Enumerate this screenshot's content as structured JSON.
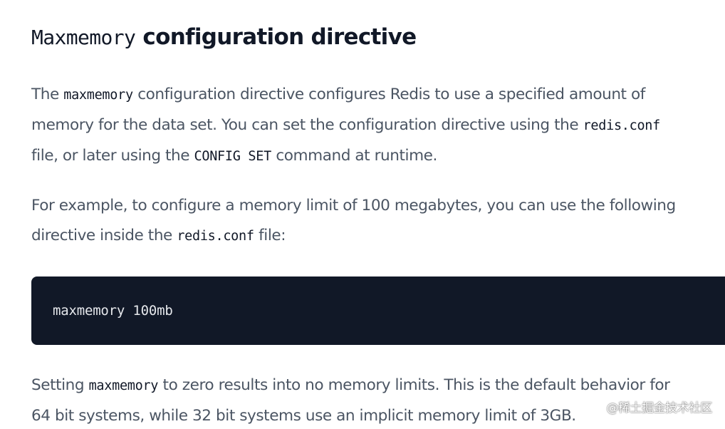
{
  "heading": {
    "code": "Maxmemory",
    "text": " configuration directive"
  },
  "paragraph1": {
    "line1": {
      "pre": "The ",
      "code": "maxmemory",
      "post": " configuration directive configures Redis to use a specified amount of"
    },
    "line2": {
      "pre": "memory for the data set. You can set the configuration directive using the ",
      "code": "redis.conf"
    },
    "line3": {
      "pre": "file, or later using the ",
      "code": "CONFIG SET",
      "post": " command at runtime."
    }
  },
  "paragraph2": {
    "line1": "For example, to configure a memory limit of 100 megabytes, you can use the following",
    "line2": {
      "pre": "directive inside the ",
      "code": "redis.conf",
      "post": " file:"
    }
  },
  "code_block": {
    "content": "maxmemory 100mb"
  },
  "paragraph3": {
    "line1": {
      "pre": "Setting ",
      "code": "maxmemory",
      "post": " to zero results into no memory limits. This is the default behavior for"
    },
    "line2": "64 bit systems, while 32 bit systems use an implicit memory limit of 3GB."
  },
  "watermark": "@稀土掘金技术社区"
}
